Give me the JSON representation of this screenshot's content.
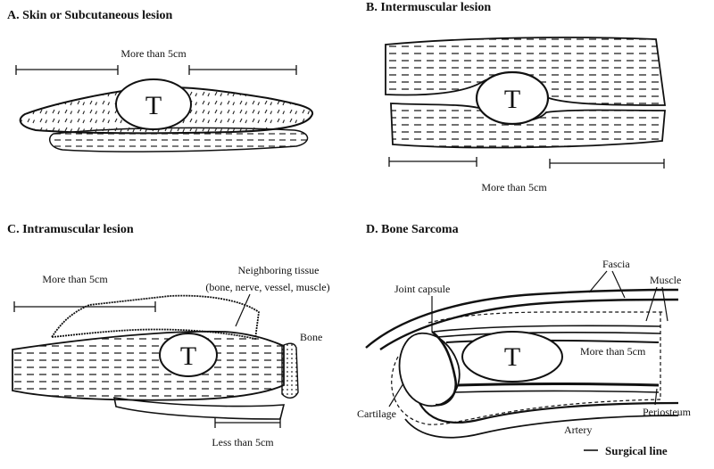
{
  "panels": {
    "a": {
      "title": "A. Skin or Subcutaneous lesion",
      "tumor": "T",
      "margin_label": "More than 5cm"
    },
    "b": {
      "title": "B. Intermuscular lesion",
      "tumor": "T",
      "margin_label": "More than 5cm"
    },
    "c": {
      "title": "C. Intramuscular lesion",
      "tumor": "T",
      "margin_label": "More than 5cm",
      "neighbor_label_1": "Neighboring tissue",
      "neighbor_label_2": "(bone, nerve, vessel, muscle)",
      "bone_label": "Bone",
      "less_label": "Less than 5cm"
    },
    "d": {
      "title": "D. Bone Sarcoma",
      "tumor": "T",
      "fascia_label": "Fascia",
      "muscle_label": "Muscle",
      "joint_label": "Joint capsule",
      "margin_label": "More than 5cm",
      "cartilage_label": "Cartilage",
      "artery_label": "Artery",
      "periosteum_label": "Periosteum"
    }
  },
  "legend": {
    "surgical_line": "Surgical line"
  }
}
